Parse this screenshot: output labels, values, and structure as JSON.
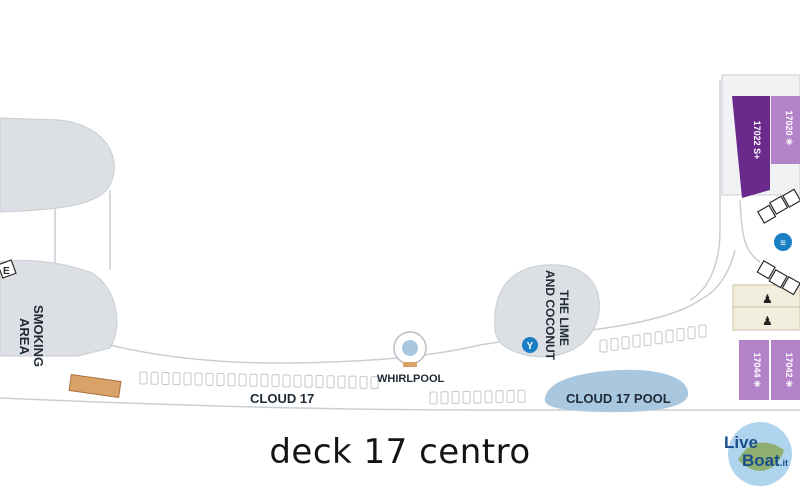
{
  "caption": "deck 17 centro",
  "areas": {
    "smoking": [
      "SMOKING",
      "AREA"
    ],
    "whirlpool": "WHIRLPOOL",
    "cloud17": "CLOUD 17",
    "cloud17_pool": "CLOUD 17 POOL",
    "lime_coconut": [
      "THE LIME",
      "AND COCONUT"
    ]
  },
  "cabins": {
    "c17022": "17022 S+",
    "c17020": "17020 ✳",
    "c17044": "17044 ✳",
    "c17042": "17042 ✳"
  },
  "elevator_label": "E",
  "logo": {
    "line1": "Live",
    "line2": "Boat",
    "suffix": ".it"
  },
  "colors": {
    "structure": "#dcdfe3",
    "outline": "#c9ced4",
    "pool": "#a9c7de",
    "cabin_dark": "#6a2a8c",
    "cabin_light": "#b482c8",
    "deck_wood": "#d9a268",
    "icon_blue": "#1a7fc4"
  }
}
